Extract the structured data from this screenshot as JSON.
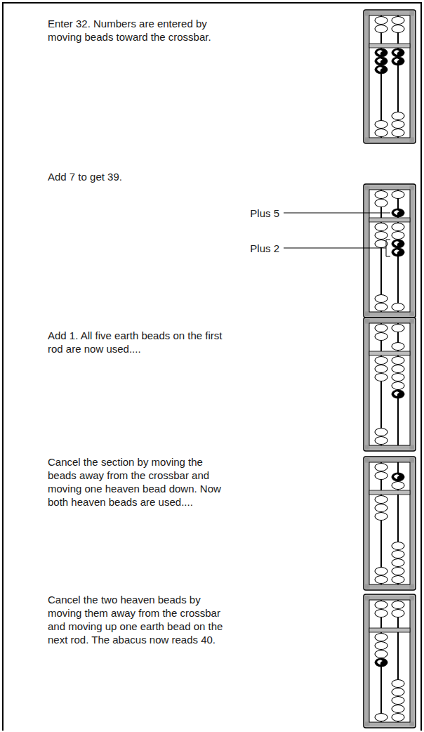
{
  "diagram": {
    "labels": [
      "Enter 32. Numbers are entered by moving beads toward the crossbar.",
      "Add 7 to get 39.",
      "Plus 5",
      "Plus 2",
      "Add 1. All five earth beads on the first rod are now used....",
      "Cancel the section by moving the beads away from the crossbar and moving one heaven bead down. Now both heaven beads are used....",
      "Cancel the two heaven beads by moving them away from the crossbar and moving up one earth bead on the next rod. The abacus now reads 40."
    ]
  }
}
